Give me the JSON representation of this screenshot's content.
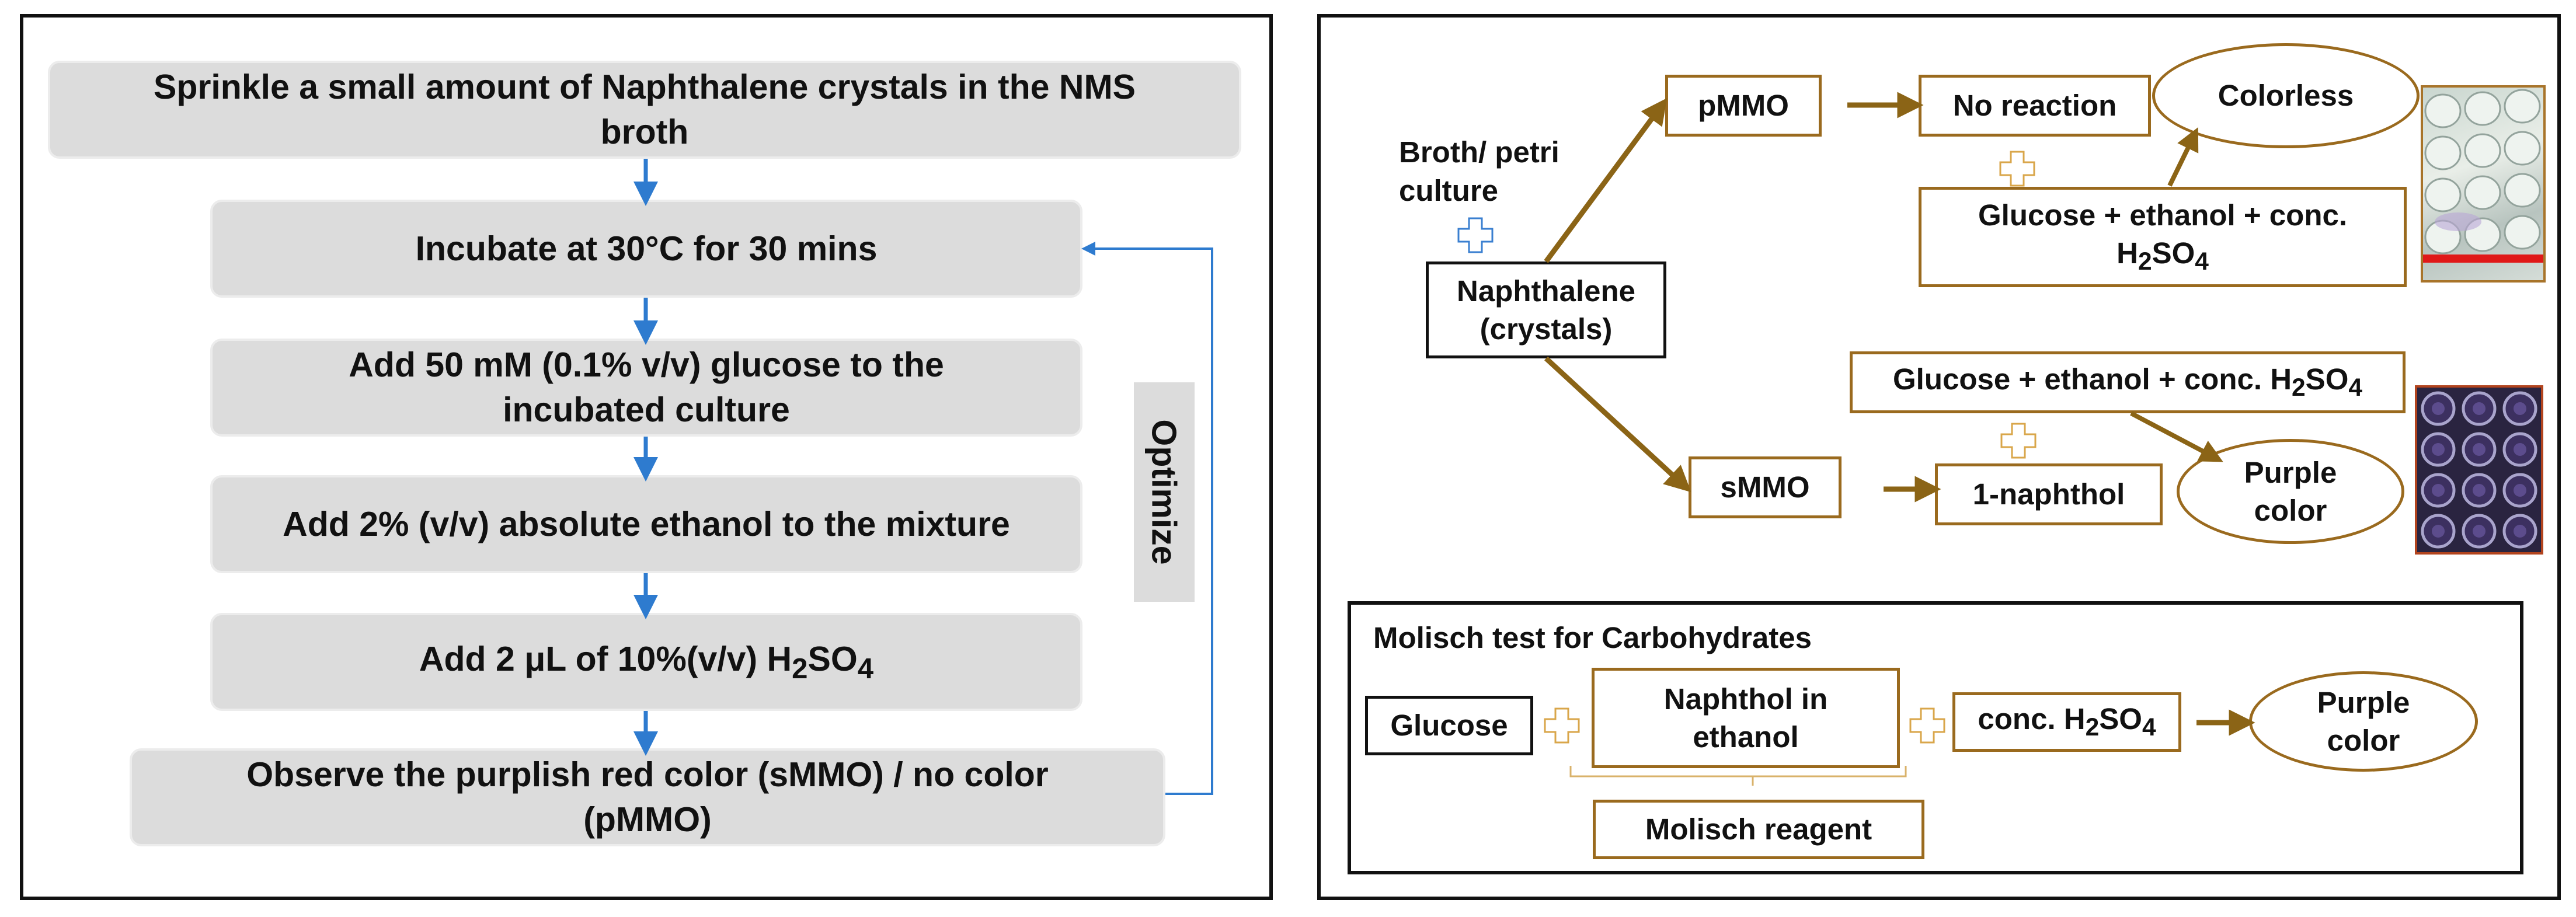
{
  "left_panel": {
    "steps": [
      {
        "line1": "Sprinkle a small amount of Naphthalene crystals in the NMS",
        "line2": "broth"
      },
      {
        "text": "Incubate at 30°C for 30 mins"
      },
      {
        "line1": "Add 50 mM (0.1% v/v) glucose to the",
        "line2": "incubated culture"
      },
      {
        "text": "Add 2% (v/v) absolute ethanol to the mixture"
      },
      {
        "pre": "Add 2 μL of 10%(v/v) H",
        "sub1": "2",
        "mid": "SO",
        "sub2": "4"
      },
      {
        "line1": "Observe the purplish red color (sMMO) / no color",
        "line2": "(pMMO)"
      }
    ],
    "loop_label": "Optimize"
  },
  "right_panel": {
    "broth_label_line1": "Broth/ petri",
    "broth_label_line2": "culture",
    "naphthalene_line1": "Naphthalene",
    "naphthalene_line2": "(crystals)",
    "pmmo": "pMMO",
    "no_reaction": "No reaction",
    "colorless": "Colorless",
    "reagent_top_line1": "Glucose + ethanol + conc.",
    "reagent_top_h": "H",
    "reagent_top_sub1": "2",
    "reagent_top_so": "SO",
    "reagent_top_sub2": "4",
    "reagent_bottom_pre": "Glucose + ethanol + conc. H",
    "reagent_bottom_sub1": "2",
    "reagent_bottom_so": "SO",
    "reagent_bottom_sub2": "4",
    "smmo": "sMMO",
    "naphthol": "1-naphthol",
    "purple_line1": "Purple",
    "purple_line2": "color"
  },
  "molisch": {
    "title": "Molisch test for Carbohydrates",
    "glucose": "Glucose",
    "naphthol_line1": "Naphthol in",
    "naphthol_line2": "ethanol",
    "acid_pre": "conc. H",
    "acid_sub1": "2",
    "acid_so": "SO",
    "acid_sub2": "4",
    "reagent": "Molisch reagent",
    "result_line1": "Purple",
    "result_line2": "color"
  },
  "colors": {
    "arrow_blue": "#2e7bcf",
    "arrow_brown": "#8b6416",
    "box_border_brown": "#9a6a1e",
    "step_fill": "#dcdcdc",
    "plus_blue": "#3a7fd0",
    "plus_tan": "#d9a64a",
    "well_plate_red_bar": "#e01818"
  }
}
